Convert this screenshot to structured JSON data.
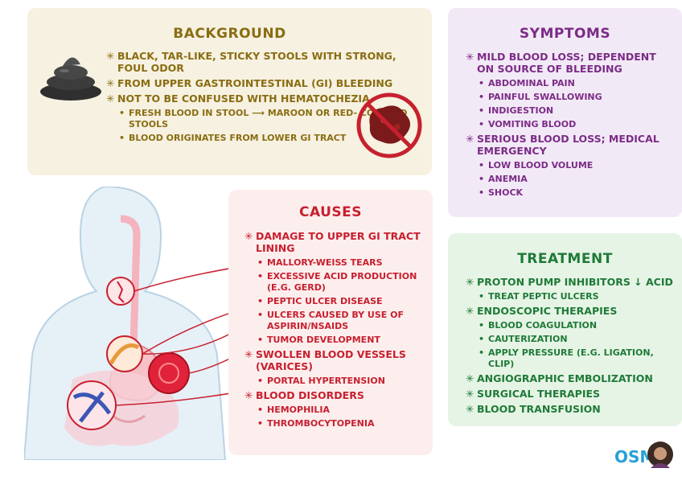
{
  "background": {
    "title": "BACKGROUND",
    "items": [
      {
        "text": "BLACK, TAR-LIKE, STICKY STOOLS with STRONG, FOUL ODOR",
        "sub": []
      },
      {
        "text": "FROM UPPER GASTROINTESTINAL (GI) BLEEDING",
        "sub": []
      },
      {
        "text": "NOT to be CONFUSED with HEMATOCHEZIA",
        "sub": [
          "FRESH BLOOD in STOOL ⟶ MAROON or RED- COLORED STOOLS",
          "BLOOD ORIGINATES from LOWER GI TRACT"
        ]
      }
    ]
  },
  "symptoms": {
    "title": "SYMPTOMS",
    "items": [
      {
        "text": "MILD BLOOD LOSS; DEPENDENT on SOURCE of BLEEDING",
        "sub": [
          "ABDOMINAL PAIN",
          "PAINFUL SWALLOWING",
          "INDIGESTION",
          "VOMITING BLOOD"
        ]
      },
      {
        "text": "SERIOUS BLOOD LOSS; MEDICAL EMERGENCY",
        "sub": [
          "LOW BLOOD VOLUME",
          "ANEMIA",
          "SHOCK"
        ]
      }
    ]
  },
  "causes": {
    "title": "CAUSES",
    "items": [
      {
        "text": "DAMAGE to UPPER GI TRACT LINING",
        "sub": [
          "MALLORY-WEISS TEARS",
          "EXCESSIVE ACID PRODUCTION (e.g. GERD)",
          "PEPTIC ULCER DISEASE",
          "ULCERS CAUSED by USE of ASPIRIN/NSAIDs",
          "TUMOR DEVELOPMENT"
        ]
      },
      {
        "text": "SWOLLEN BLOOD VESSELS (VARICES)",
        "sub": [
          "PORTAL HYPERTENSION"
        ]
      },
      {
        "text": "BLOOD DISORDERS",
        "sub": [
          "HEMOPHILIA",
          "THROMBOCYTOPENIA"
        ]
      }
    ]
  },
  "treatment": {
    "title": "TREATMENT",
    "items": [
      {
        "text": "PROTON PUMP INHIBITORS ↓ ACID",
        "sub": [
          "TREAT PEPTIC ULCERS"
        ]
      },
      {
        "text": "ENDOSCOPIC THERAPIES",
        "sub": [
          "BLOOD COAGULATION",
          "CAUTERIZATION",
          "APPLY PRESSURE (e.g. ligation, clip)"
        ]
      },
      {
        "text": "ANGIOGRAPHIC EMBOLIZATION",
        "sub": []
      },
      {
        "text": "SURGICAL THERAPIES",
        "sub": []
      },
      {
        "text": "BLOOD TRANSFUSION",
        "sub": []
      }
    ]
  },
  "logo": {
    "text": "OSM"
  },
  "colors": {
    "background": "#8a6d12",
    "symptoms": "#7b2c86",
    "causes": "#c7202e",
    "treatment": "#1f7a37"
  }
}
